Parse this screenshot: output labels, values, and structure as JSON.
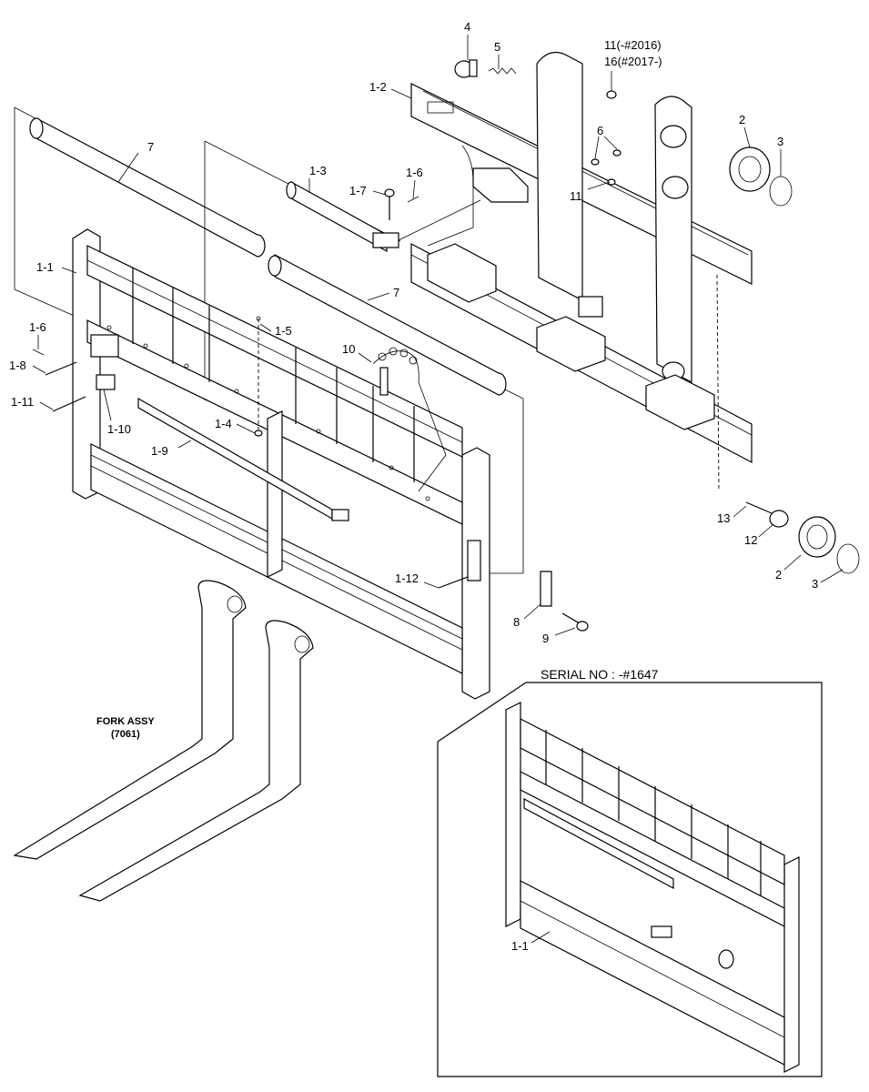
{
  "labels": {
    "p4": "4",
    "p5": "5",
    "p11_16_a": "11(-#2016)",
    "p11_16_b": "16(#2017-)",
    "p1_2": "1-2",
    "p2_top": "2",
    "p3_top": "3",
    "p6": "6",
    "p11": "11",
    "p7_top": "7",
    "p1_3": "1-3",
    "p1_7": "1-7",
    "p1_6_top": "1-6",
    "p1_1": "1-1",
    "p7_mid": "7",
    "p1_5": "1-5",
    "p1_6_left": "1-6",
    "p1_8": "1-8",
    "p10": "10",
    "p1_11": "1-11",
    "p1_10": "1-10",
    "p1_4": "1-4",
    "p1_9": "1-9",
    "p13": "13",
    "p12": "12",
    "p2_bot": "2",
    "p3_bot": "3",
    "p1_12": "1-12",
    "p8": "8",
    "p9": "9",
    "fork_a": "FORK ASSY",
    "fork_b": "(7061)",
    "serial": "SERIAL NO : -#1647",
    "p1_1_inset": "1-1"
  }
}
